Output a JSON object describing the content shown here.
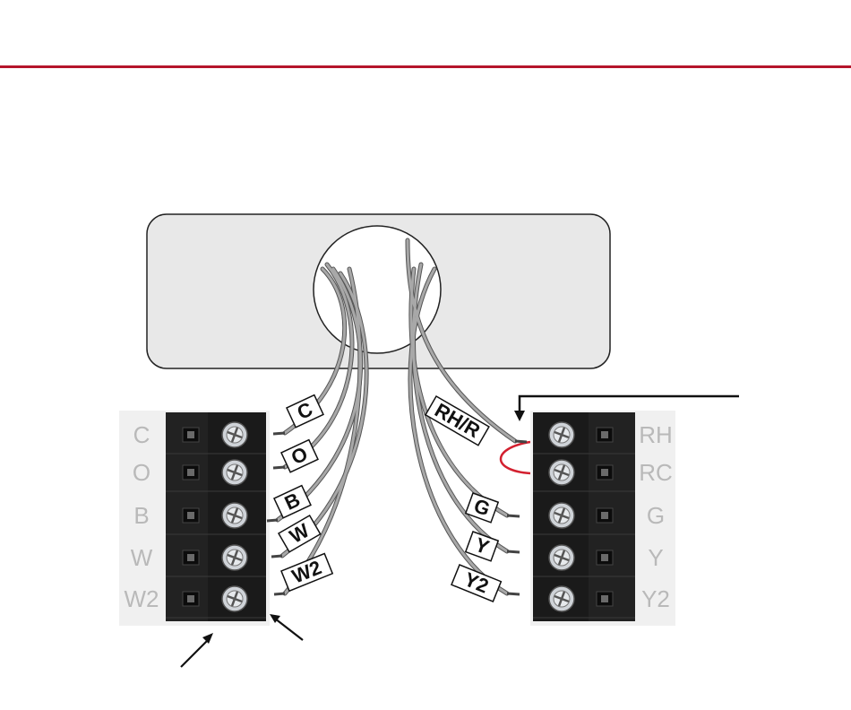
{
  "header": {
    "rule_color": "#b5152b"
  },
  "left_block": {
    "terminals": [
      "C",
      "O",
      "B",
      "W",
      "W2"
    ]
  },
  "right_block": {
    "terminals": [
      "RH",
      "RC",
      "G",
      "Y",
      "Y2"
    ]
  },
  "wire_tags": {
    "left": [
      "C",
      "O",
      "B",
      "W",
      "W2"
    ],
    "right": [
      "RH/R",
      "G",
      "Y",
      "Y2"
    ]
  },
  "colors": {
    "wall_plate": "#e8e8e8",
    "terminal_body": "#222222",
    "label_strip": "#f0f0f0",
    "wire": "#8e8e8e",
    "jumper": "#d3202f"
  },
  "icons": [
    "screw-icon",
    "arrow-icon"
  ]
}
